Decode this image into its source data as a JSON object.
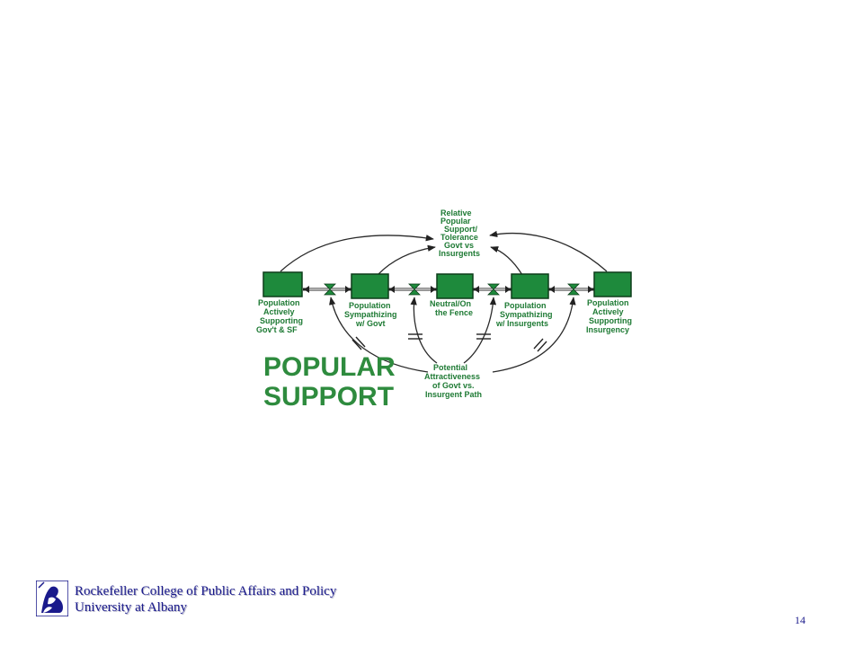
{
  "diagram": {
    "top_variable": [
      "Relative",
      "Popular",
      "Support/",
      "Tolerance",
      "Govt vs",
      "Insurgents"
    ],
    "stocks": [
      {
        "lines": [
          "Population",
          "Actively",
          "Supporting",
          "Gov't & SF"
        ]
      },
      {
        "lines": [
          "Population",
          "Sympathizing",
          "w/ Govt"
        ]
      },
      {
        "lines": [
          "Neutral/On",
          "the Fence"
        ]
      },
      {
        "lines": [
          "Population",
          "Sympathizing",
          "w/ Insurgents"
        ]
      },
      {
        "lines": [
          "Population",
          "Actively",
          "Supporting",
          "Insurgency"
        ]
      }
    ],
    "bottom_variable": [
      "Potential",
      "Attractiveness",
      "of Govt vs.",
      "Insurgent Path"
    ],
    "sector_title": [
      "POPULAR",
      "SUPPORT"
    ],
    "stock_color": "#1e8a3c",
    "label_color": "#1e7a34"
  },
  "footer": {
    "line1": "Rockefeller College of Public Affairs and Policy",
    "line2": "University at Albany",
    "text_color": "#1a1a8c"
  },
  "page_number": "14"
}
